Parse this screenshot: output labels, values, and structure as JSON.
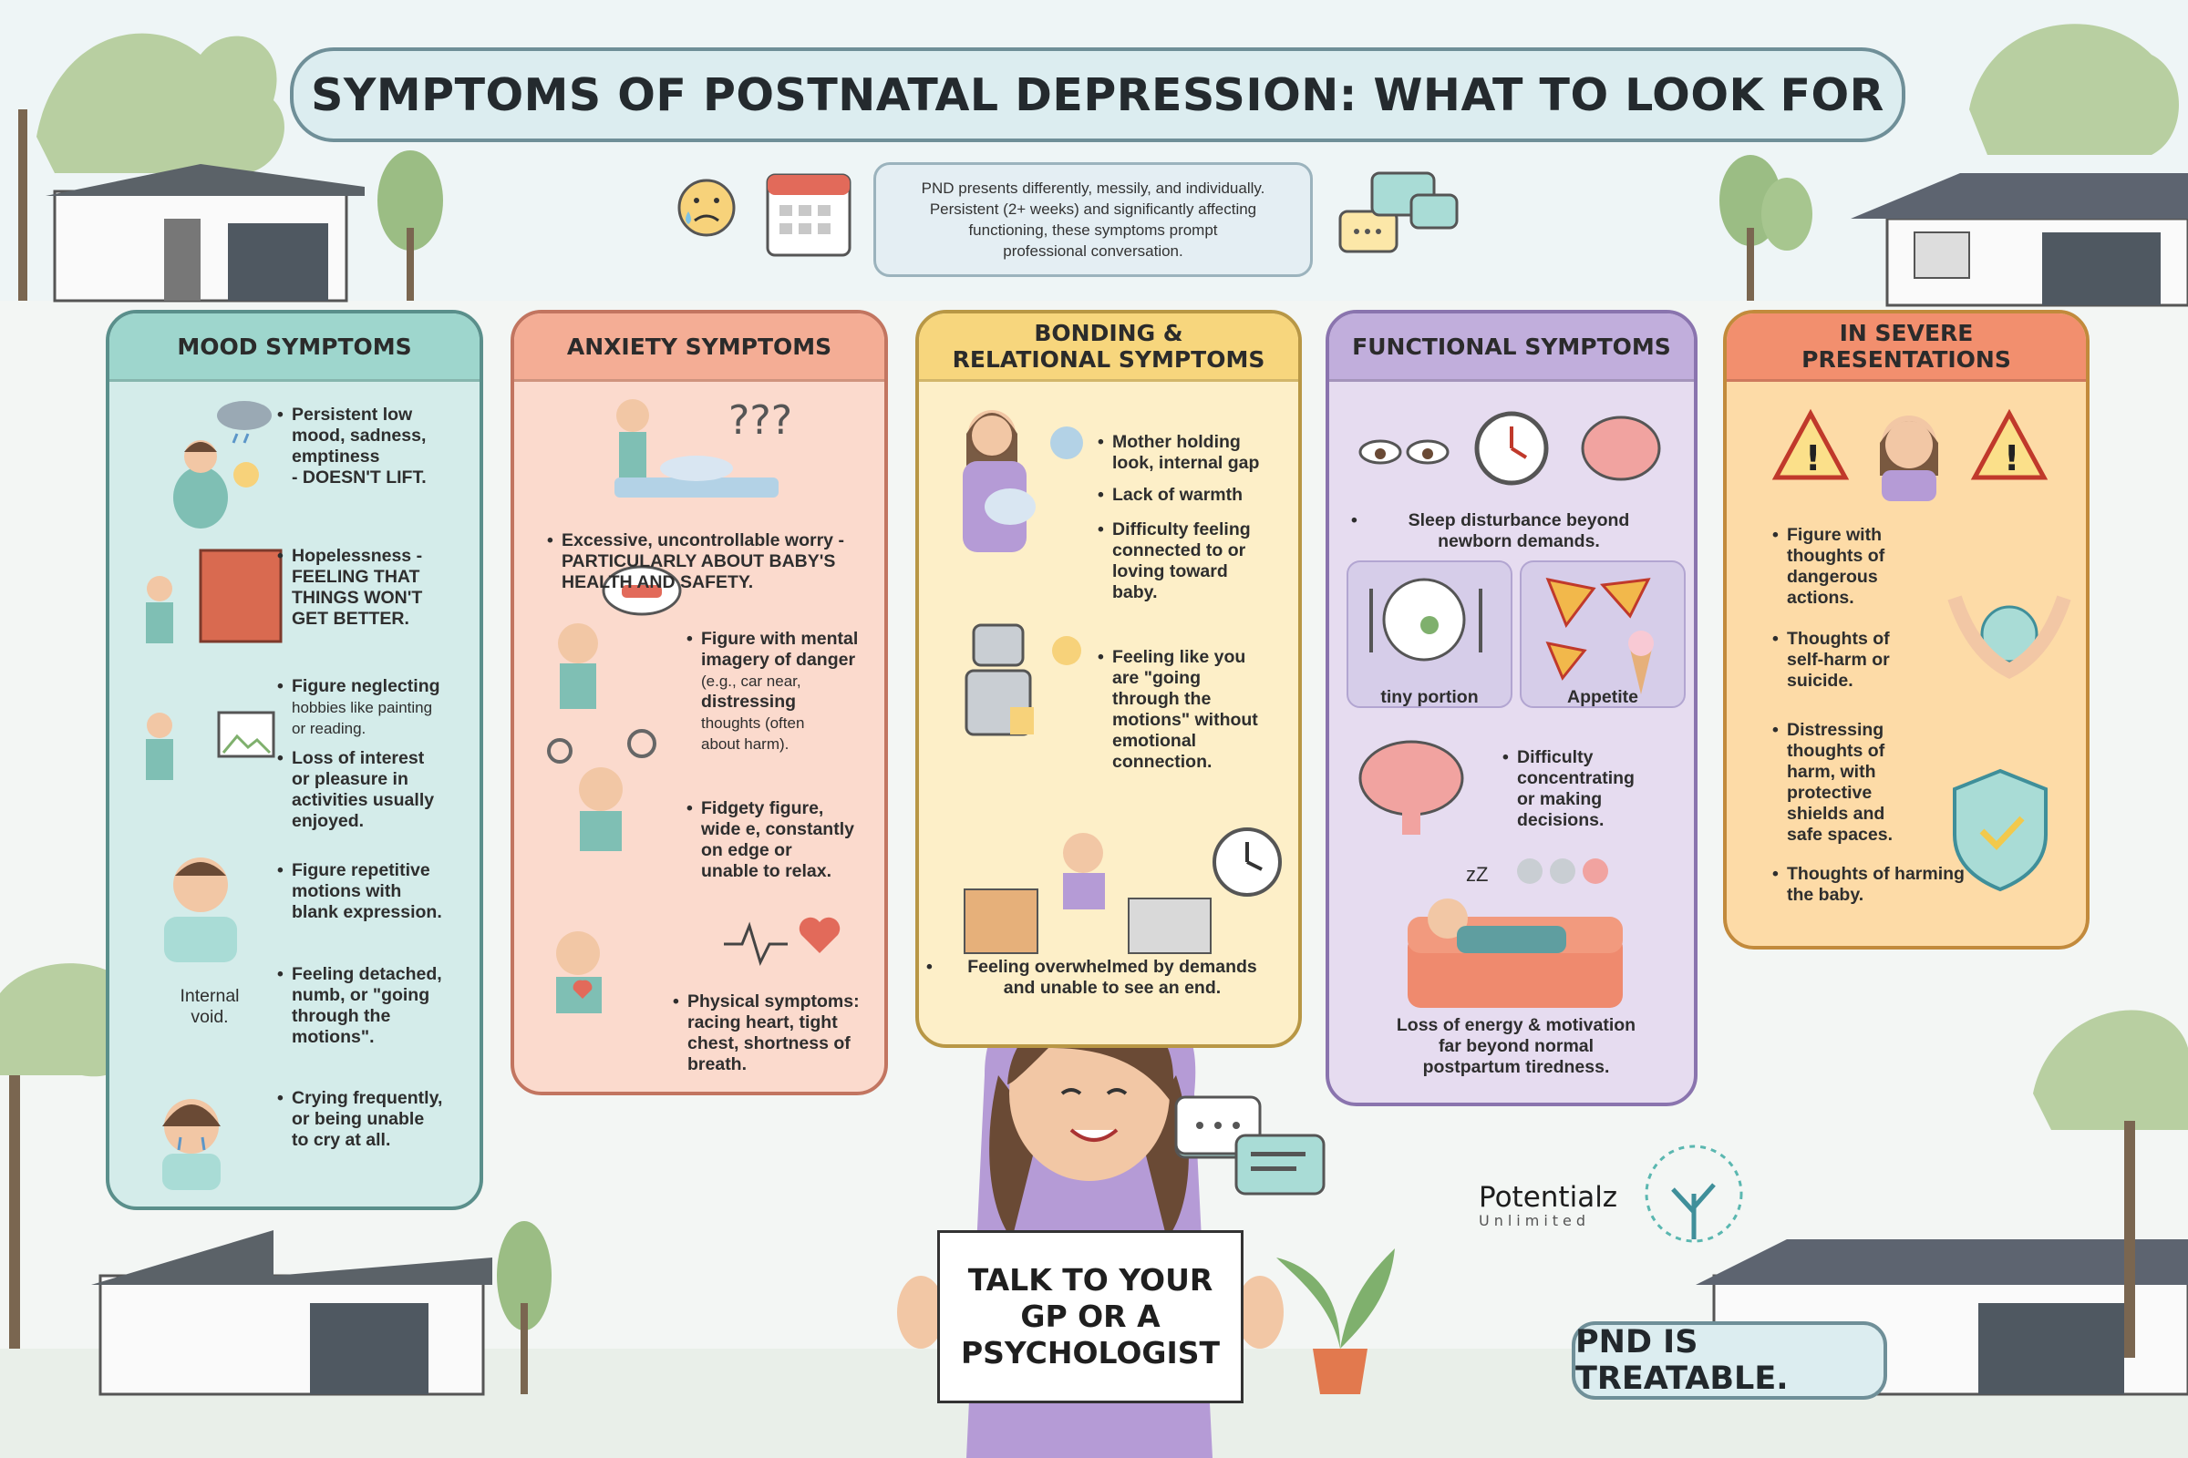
{
  "title": "SYMPTOMS OF POSTNATAL DEPRESSION: WHAT TO LOOK FOR",
  "intro_lines": [
    "PND presents differently, messily, and individually.",
    "Persistent (2+ weeks) and significantly affecting",
    "functioning, these symptoms prompt",
    "professional conversation."
  ],
  "colors": {
    "mood": "#cde9e6",
    "mood_head": "#8fcfc5",
    "anxiety": "#f9d5c7",
    "anxiety_head": "#f2a58e",
    "bonding": "#fbecc2",
    "bonding_head": "#f5cf6e",
    "functional": "#e2d8ee",
    "functional_head": "#b9a6d6",
    "severe": "#fdd9a2",
    "severe_head": "#f08a6a"
  },
  "mood": {
    "heading": "MOOD SYMPTOMS",
    "items": [
      [
        "Persistent low",
        "mood, sadness,",
        "emptiness",
        "- DOESN'T LIFT."
      ],
      [
        "Hopelessness -",
        "FEELING THAT",
        "THINGS WON'T",
        "GET BETTER."
      ],
      [
        "Figure neglecting",
        "hobbies like painting",
        "or reading."
      ],
      [
        "Loss of interest",
        "or pleasure in",
        "activities usually",
        "enjoyed."
      ],
      [
        "Figure repetitive",
        "motions with",
        "blank expression."
      ],
      [
        "Feeling detached,",
        "numb, or \"going",
        "through the",
        "motions\"."
      ],
      [
        "Crying frequently,",
        "or being unable",
        "to cry at all."
      ]
    ],
    "internal_void": [
      "Internal",
      "void."
    ]
  },
  "anxiety": {
    "heading": "ANXIETY SYMPTOMS",
    "items": [
      [
        "Excessive, uncontrollable worry -",
        "PARTICULARLY ABOUT BABY'S",
        "HEALTH AND SAFETY."
      ],
      [
        "Figure with mental",
        "imagery of danger",
        "(e.g., car near,",
        "distressing",
        "thoughts (often",
        "about harm)."
      ],
      [
        "Fidgety figure,",
        "wide e, constantly",
        "on edge or",
        "unable to relax."
      ],
      [
        "Physical symptoms:",
        "racing heart, tight",
        "chest, shortness of",
        "breath."
      ]
    ]
  },
  "bonding": {
    "heading": [
      "BONDING &",
      "RELATIONAL SYMPTOMS"
    ],
    "items": [
      [
        "Mother holding",
        "look, internal gap"
      ],
      [
        "Lack of warmth"
      ],
      [
        "Difficulty feeling",
        "connected to or",
        "loving toward",
        "baby."
      ],
      [
        "Feeling like you",
        "are \"going",
        "through the",
        "motions\" without",
        "emotional",
        "connection."
      ],
      [
        "Feeling overwhelmed by demands",
        "and unable to see an end."
      ]
    ]
  },
  "functional": {
    "heading": "FUNCTIONAL SYMPTOMS",
    "items": [
      [
        "Sleep disturbance beyond",
        "newborn demands."
      ],
      [
        "Difficulty",
        "concentrating",
        "or making",
        "decisions."
      ],
      [
        "Loss of energy & motivation",
        "far beyond normal",
        "postpartum tiredness."
      ]
    ],
    "tiny_portion": "tiny portion",
    "appetite": "Appetite",
    "zz": "zZ"
  },
  "severe": {
    "heading": [
      "IN SEVERE",
      "PRESENTATIONS"
    ],
    "items": [
      [
        "Figure with",
        "thoughts of",
        "dangerous",
        "actions."
      ],
      [
        "Thoughts of",
        "self-harm or",
        "suicide."
      ],
      [
        "Distressing",
        "thoughts of",
        "harm, with",
        "protective",
        "shields and",
        "safe spaces."
      ],
      [
        "Thoughts of harming",
        "the baby."
      ]
    ]
  },
  "sign": [
    "TALK TO YOUR",
    "GP OR A",
    "PSYCHOLOGIST"
  ],
  "treatable": "PND IS TREATABLE.",
  "brand": {
    "name": "Potentialz",
    "sub": "Unlimited"
  }
}
